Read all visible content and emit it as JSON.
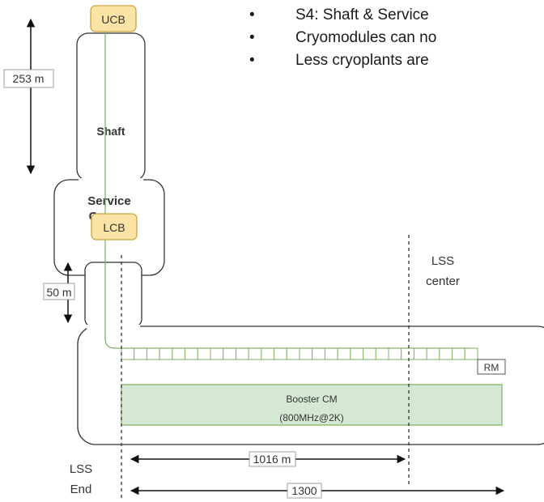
{
  "bullets": [
    "S4: Shaft & Service",
    "Cryomodules can no",
    "Less cryoplants are"
  ],
  "bullet_marker": "•",
  "labels": {
    "ucb": "UCB",
    "lcb": "LCB",
    "shaft": "Shaft",
    "service_cavern_line1": "Service",
    "service_cavern_line2": "Cavern",
    "shaft_height": "253 m",
    "lower_shaft_height": "50 m",
    "lss_center_line1": "LSS",
    "lss_center_line2": "center",
    "lss_end_line1": "LSS",
    "lss_end_line2": "End",
    "rm": "RM",
    "booster_line1": "Booster CM",
    "booster_line2": "(800MHz@2K)",
    "dist_center": "1016 m",
    "dist_total": "1300"
  },
  "colors": {
    "box_fill": "#fbe3a6",
    "box_stroke": "#c9a546",
    "booster_fill": "#d5e8d4",
    "booster_stroke": "#82b366",
    "line_green": "#82b366",
    "outline": "#333333"
  },
  "counts": {
    "rf_cells": 28
  }
}
